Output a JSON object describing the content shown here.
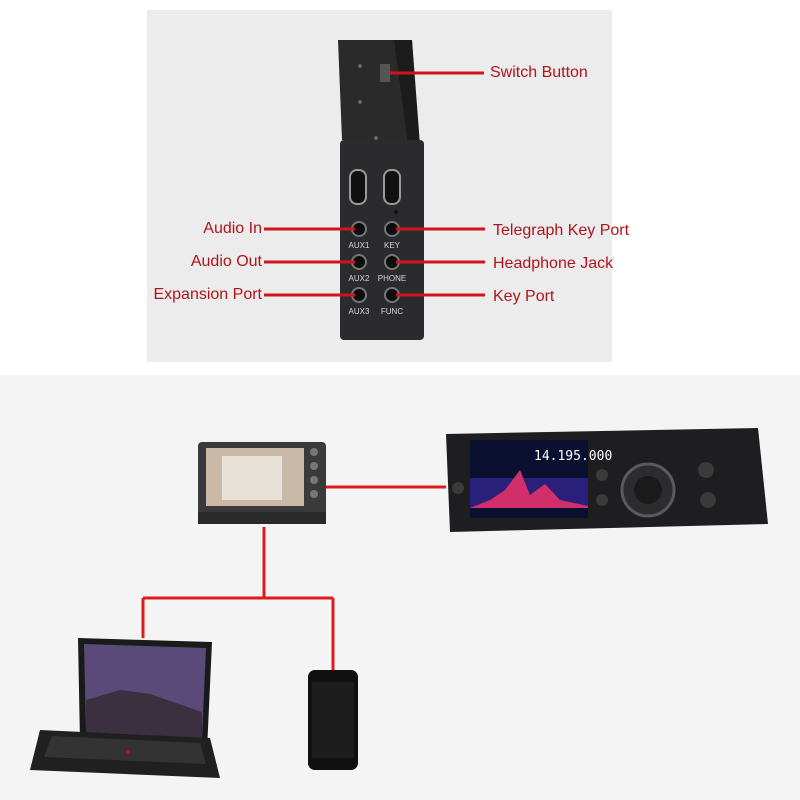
{
  "callouts": {
    "switch_button": "Switch Button",
    "audio_in": "Audio In",
    "audio_out": "Audio Out",
    "expansion_port": "Expansion Port",
    "telegraph_key_port": "Telegraph Key Port",
    "headphone_jack": "Headphone Jack",
    "key_port": "Key Port"
  },
  "device_ports": {
    "aux1": "AUX1",
    "aux2": "AUX2",
    "aux3": "AUX3",
    "key": "KEY",
    "phone": "PHONE",
    "func": "FUNC"
  },
  "radio": {
    "frequency": "14.195.000"
  },
  "colors": {
    "callout_line": "#d0141c",
    "connection_line": "#e01b1b",
    "label_text": "#b0141a"
  }
}
